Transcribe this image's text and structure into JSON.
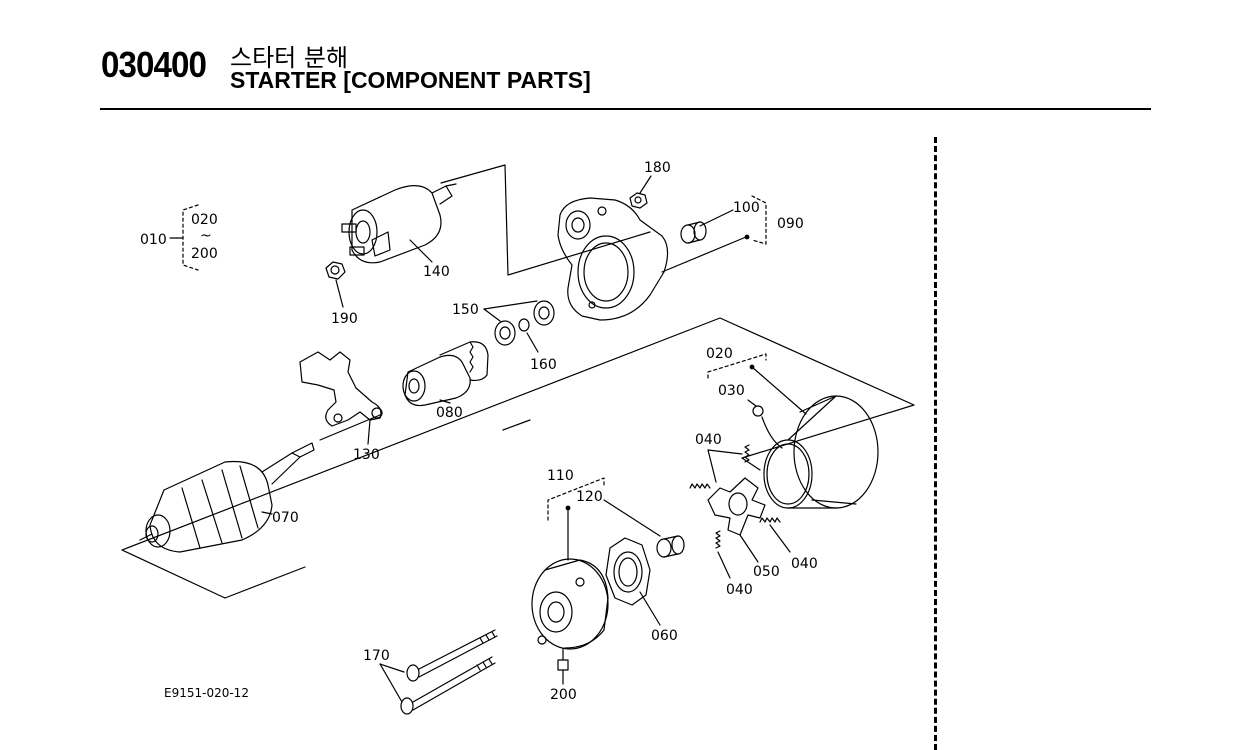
{
  "header": {
    "code": "030400",
    "title_ko": "스타터 분해",
    "title_en": "STARTER [COMPONENT PARTS]"
  },
  "diagram": {
    "figure_id": "E9151-020-12",
    "callouts": {
      "c010": "010",
      "c020_range": "020",
      "c_tilde": "~",
      "c200_range": "200",
      "c180": "180",
      "c100": "100",
      "c090": "090",
      "c140": "140",
      "c190": "190",
      "c150": "150",
      "c160": "160",
      "c080": "080",
      "c130": "130",
      "c070": "070",
      "c020": "020",
      "c030": "030",
      "c040_a": "040",
      "c040_b": "040",
      "c040_c": "040",
      "c110": "110",
      "c120": "120",
      "c050": "050",
      "c060": "060",
      "c170": "170",
      "c200": "200"
    }
  }
}
